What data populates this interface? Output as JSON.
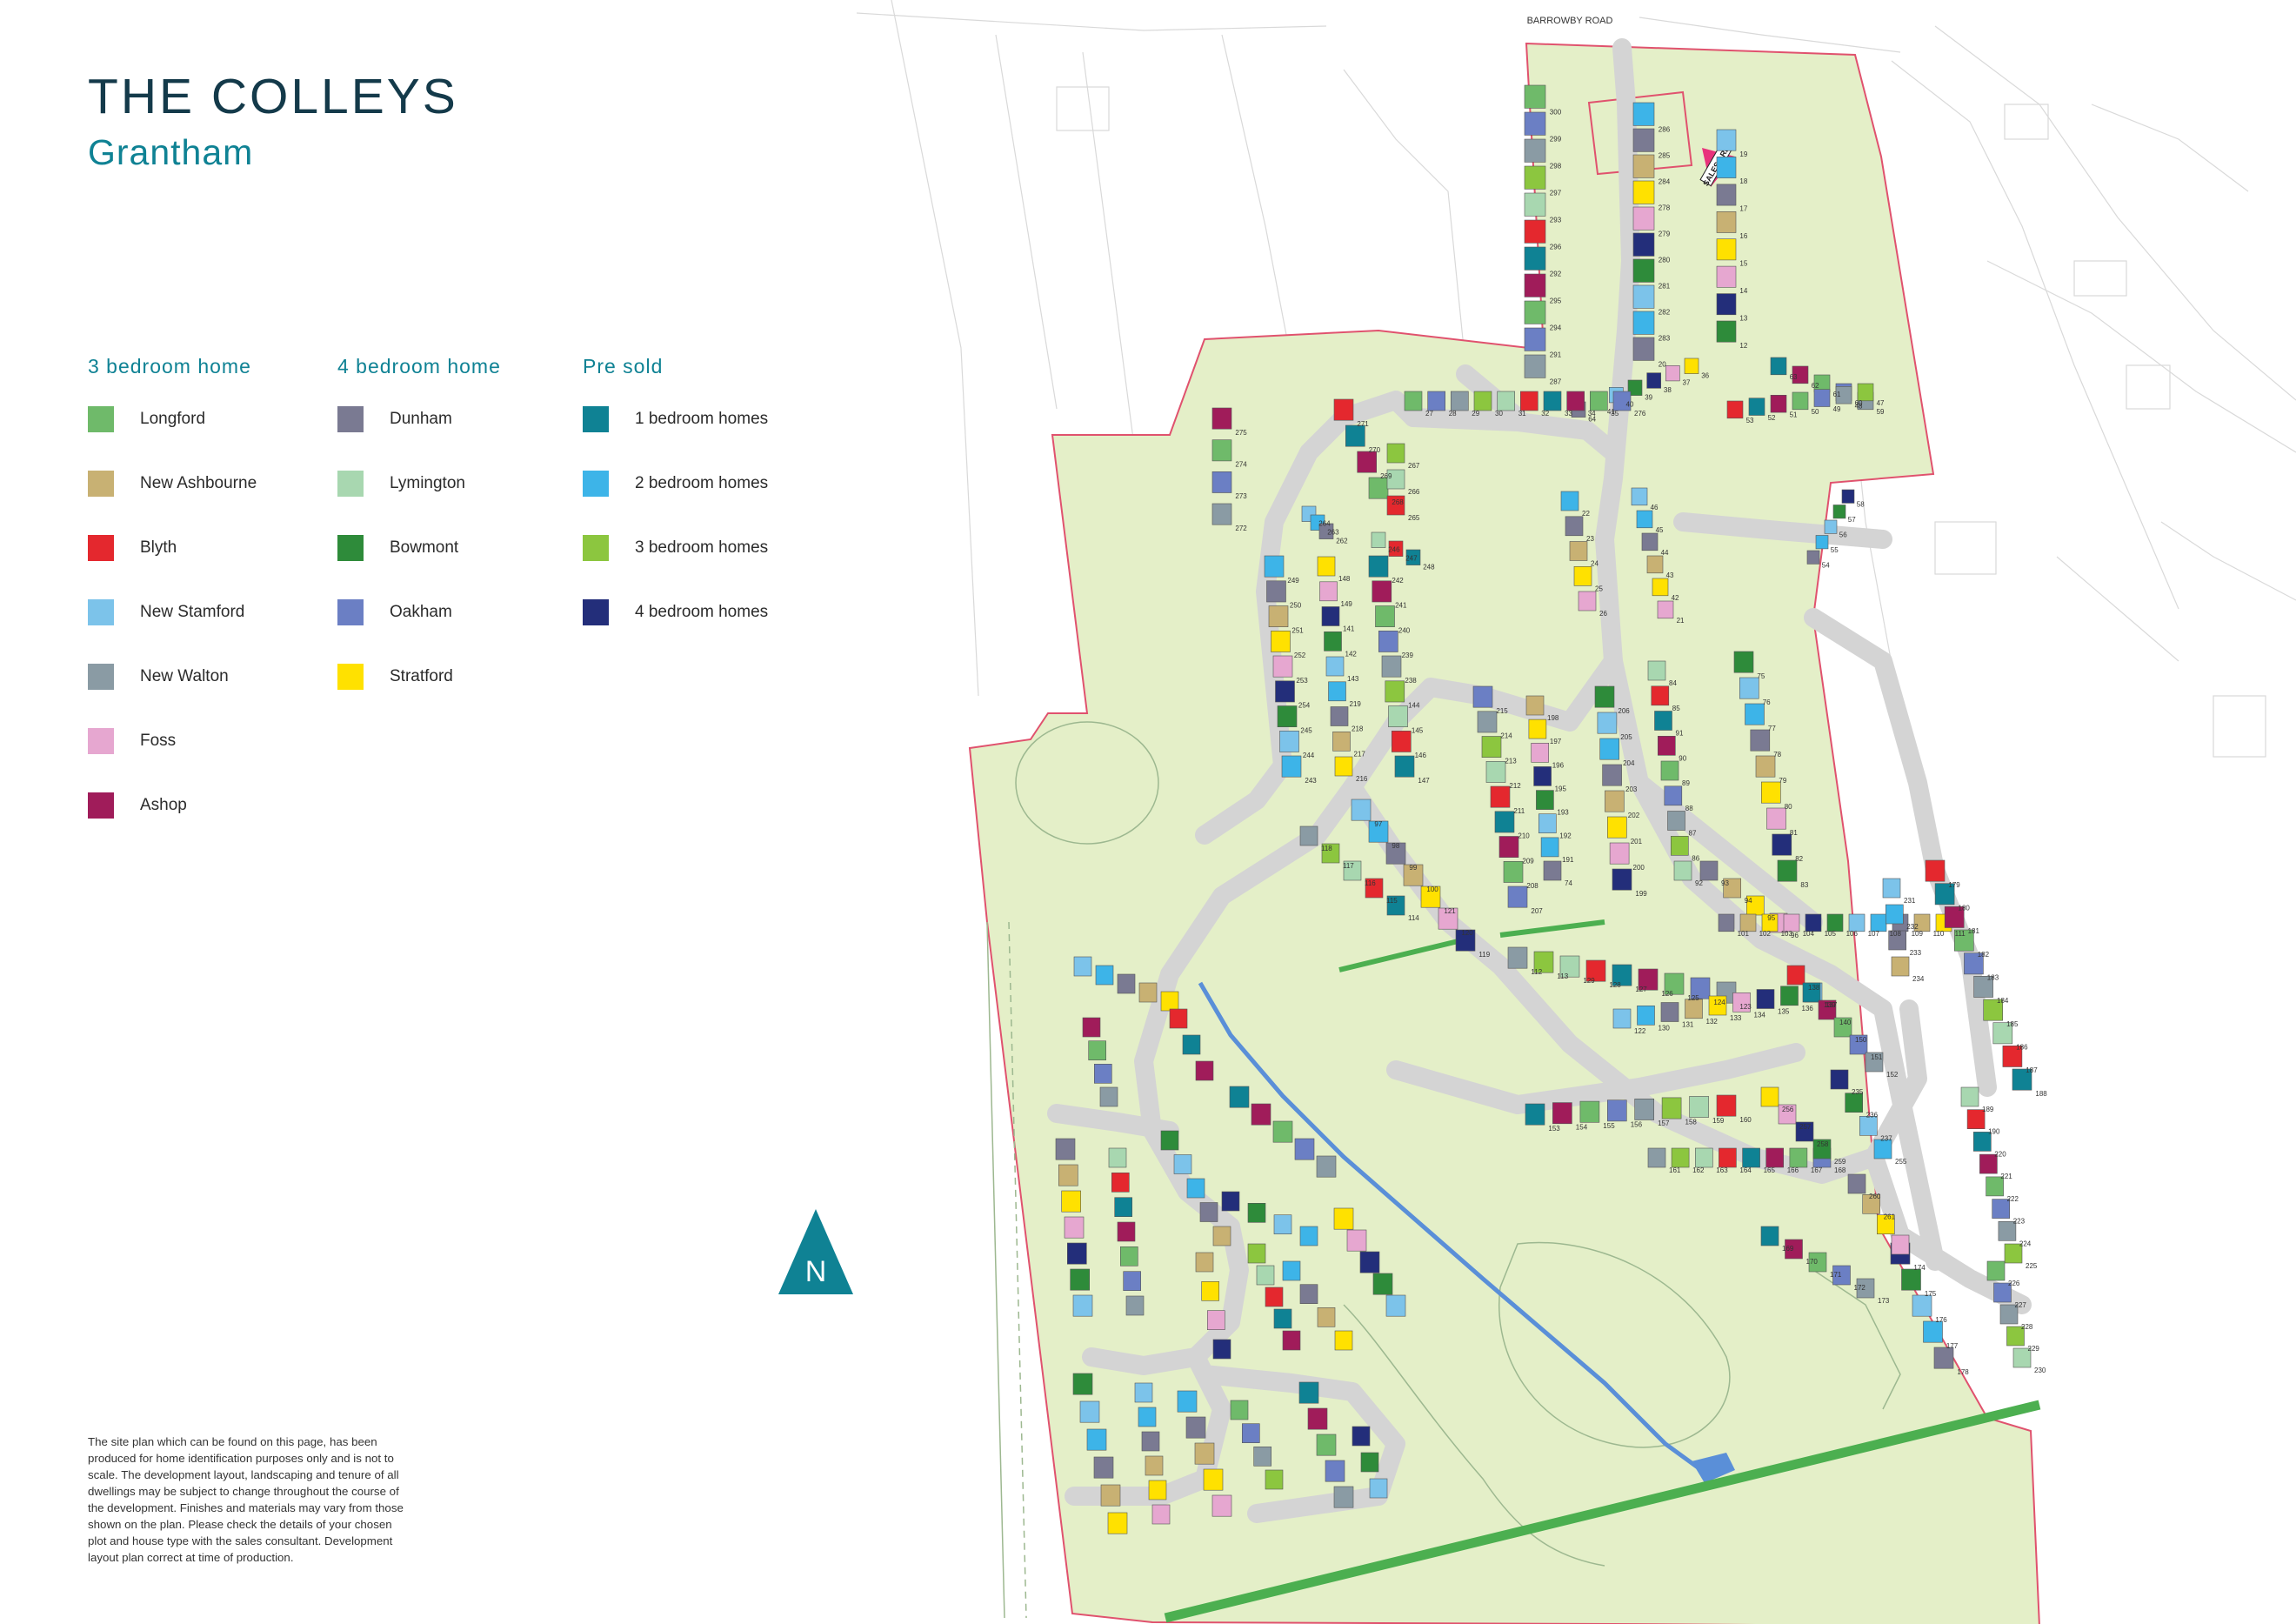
{
  "header": {
    "title": "THE COLLEYS",
    "subtitle": "Grantham"
  },
  "legend": {
    "groups": [
      {
        "heading": "3 bedroom home",
        "items": [
          {
            "label": "Longford",
            "color": "#6fba6a"
          },
          {
            "label": "New Ashbourne",
            "color": "#c8b173"
          },
          {
            "label": "Blyth",
            "color": "#e4282e"
          },
          {
            "label": "New Stamford",
            "color": "#7cc3ea"
          },
          {
            "label": "New Walton",
            "color": "#8a9ba4"
          },
          {
            "label": "Foss",
            "color": "#e6a7d0"
          },
          {
            "label": "Ashop",
            "color": "#a01c5a"
          }
        ]
      },
      {
        "heading": "4 bedroom home",
        "items": [
          {
            "label": "Dunham",
            "color": "#7a7a92"
          },
          {
            "label": "Lymington",
            "color": "#a8d7b0"
          },
          {
            "label": "Bowmont",
            "color": "#2e8b3a"
          },
          {
            "label": "Oakham",
            "color": "#6b7fc4"
          },
          {
            "label": "Stratford",
            "color": "#ffe100"
          }
        ]
      },
      {
        "heading": "Pre sold",
        "items": [
          {
            "label": "1 bedroom homes",
            "color": "#0f8294"
          },
          {
            "label": "2 bedroom homes",
            "color": "#3db4e8"
          },
          {
            "label": "3 bedroom homes",
            "color": "#8cc63f"
          },
          {
            "label": "4 bedroom homes",
            "color": "#232e7a"
          }
        ]
      }
    ]
  },
  "disclaimer": "The site plan which can be found on this page, has been produced for home identification purposes only and is not to scale. The development layout, landscaping and tenure of all dwellings may be subject to change throughout the course of the development. Finishes and materials may vary from those shown on the plan. Please check the details of your chosen plot and house type with the sales consultant. Development layout plan correct at time of production.",
  "compass": {
    "label": "N",
    "color": "#0f8294"
  },
  "map": {
    "road_name": "BARROWBY ROAD",
    "sales_area_label": "SALES AREA",
    "site_fill": "#e4efc8",
    "road_color": "#d4d4d4",
    "boundary_color": "#e0526e",
    "stream_color": "#5a8fd8",
    "hedge_color": "#4caf50",
    "sales_arrow_color": "#e8337c",
    "plot_numbers": [
      "300",
      "299",
      "298",
      "297",
      "293",
      "296",
      "292",
      "295",
      "294",
      "291",
      "287",
      "286",
      "285",
      "284",
      "278",
      "279",
      "280",
      "281",
      "282",
      "283",
      "20",
      "19",
      "18",
      "17",
      "16",
      "15",
      "14",
      "13",
      "12",
      "36",
      "37",
      "38",
      "39",
      "40",
      "41",
      "64",
      "63",
      "62",
      "61",
      "60",
      "59",
      "58",
      "57",
      "56",
      "55",
      "54",
      "53",
      "52",
      "51",
      "50",
      "49",
      "48",
      "47",
      "46",
      "45",
      "44",
      "43",
      "42",
      "21",
      "22",
      "23",
      "24",
      "25",
      "26",
      "27",
      "28",
      "29",
      "30",
      "31",
      "32",
      "33",
      "34",
      "35",
      "276",
      "275",
      "274",
      "273",
      "272",
      "271",
      "270",
      "269",
      "268",
      "267",
      "266",
      "265",
      "264",
      "263",
      "262",
      "246",
      "247",
      "248",
      "249",
      "250",
      "251",
      "252",
      "253",
      "254",
      "245",
      "244",
      "243",
      "242",
      "241",
      "240",
      "239",
      "238",
      "144",
      "145",
      "146",
      "147",
      "148",
      "149",
      "141",
      "142",
      "143",
      "219",
      "218",
      "217",
      "216",
      "215",
      "214",
      "213",
      "212",
      "211",
      "210",
      "209",
      "208",
      "207",
      "206",
      "205",
      "204",
      "203",
      "202",
      "201",
      "200",
      "199",
      "198",
      "197",
      "196",
      "195",
      "193",
      "192",
      "191",
      "74",
      "75",
      "76",
      "77",
      "78",
      "79",
      "80",
      "81",
      "82",
      "83",
      "84",
      "85",
      "91",
      "90",
      "89",
      "88",
      "87",
      "86",
      "92",
      "93",
      "94",
      "95",
      "96",
      "97",
      "98",
      "99",
      "100",
      "121",
      "120",
      "119",
      "118",
      "117",
      "116",
      "115",
      "114",
      "101",
      "102",
      "103",
      "104",
      "105",
      "106",
      "107",
      "108",
      "109",
      "110",
      "111",
      "112",
      "113",
      "129",
      "128",
      "127",
      "126",
      "125",
      "124",
      "123",
      "122",
      "130",
      "131",
      "132",
      "133",
      "134",
      "135",
      "136",
      "137",
      "138",
      "139",
      "140",
      "150",
      "151",
      "152",
      "153",
      "154",
      "155",
      "156",
      "157",
      "158",
      "159",
      "160",
      "161",
      "162",
      "163",
      "164",
      "165",
      "166",
      "167",
      "168",
      "169",
      "170",
      "171",
      "172",
      "173",
      "174",
      "175",
      "176",
      "177",
      "178",
      "179",
      "180",
      "181",
      "182",
      "183",
      "184",
      "185",
      "186",
      "187",
      "188",
      "189",
      "190",
      "220",
      "221",
      "222",
      "223",
      "224",
      "225",
      "226",
      "227",
      "228",
      "229",
      "230",
      "231",
      "232",
      "233",
      "234",
      "235",
      "236",
      "237",
      "255",
      "256",
      "257",
      "258",
      "259",
      "260",
      "261"
    ]
  }
}
